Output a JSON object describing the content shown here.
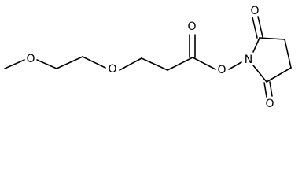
{
  "structure": {
    "atoms": {
      "o_methoxy": "O",
      "o_ether": "O",
      "o_carbonyl_ester": "O",
      "o_ester": "O",
      "n_imide": "N",
      "o_carbonyl_top": "O",
      "o_carbonyl_bottom": "O"
    }
  }
}
